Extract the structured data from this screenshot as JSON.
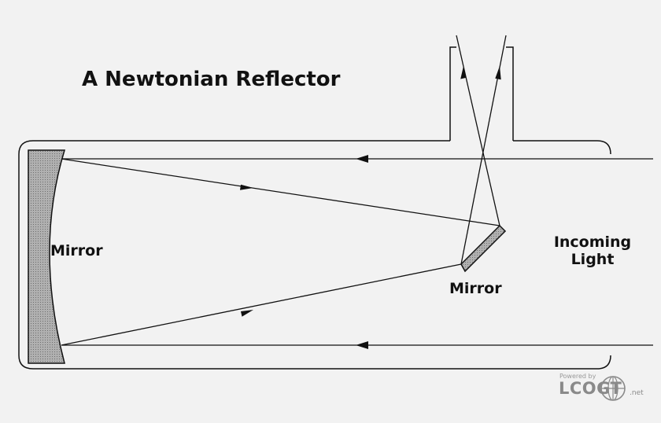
{
  "title": "A Newtonian Reflector",
  "labels": {
    "primary_mirror": "Mirror",
    "secondary_mirror": "Mirror",
    "incoming_light": "Incoming Light"
  },
  "watermark": {
    "powered_by": "Powered by",
    "logo_text": "LCOGT",
    "logo_suffix": ".net"
  },
  "colors": {
    "background": "#f2f2f2",
    "line": "#111111",
    "mirror_fill": "#a9a9a9",
    "watermark": "#8a8a8a"
  }
}
